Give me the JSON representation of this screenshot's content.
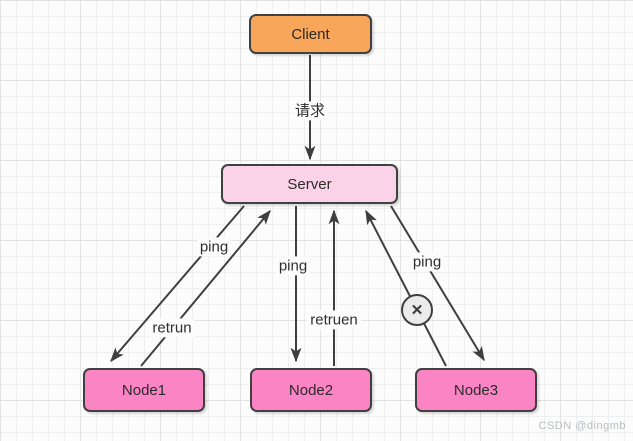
{
  "diagram": {
    "nodes": {
      "client": "Client",
      "server": "Server",
      "node1": "Node1",
      "node2": "Node2",
      "node3": "Node3"
    },
    "labels": {
      "request": "请求",
      "ping_left": "ping",
      "return_left": "retrun",
      "ping_mid": "ping",
      "return_mid": "retruen",
      "ping_right": "ping"
    },
    "icons": {
      "cross": "✕"
    },
    "colors": {
      "client_fill": "#F7A65A",
      "server_fill": "#FBD3E8",
      "node_fill": "#FA84C4",
      "shape_border": "#404040",
      "arrow": "#3F3F3F",
      "grid_line": "#EFEFEF",
      "background": "#FCFCFC"
    }
  },
  "watermark": "CSDN @dingmb"
}
